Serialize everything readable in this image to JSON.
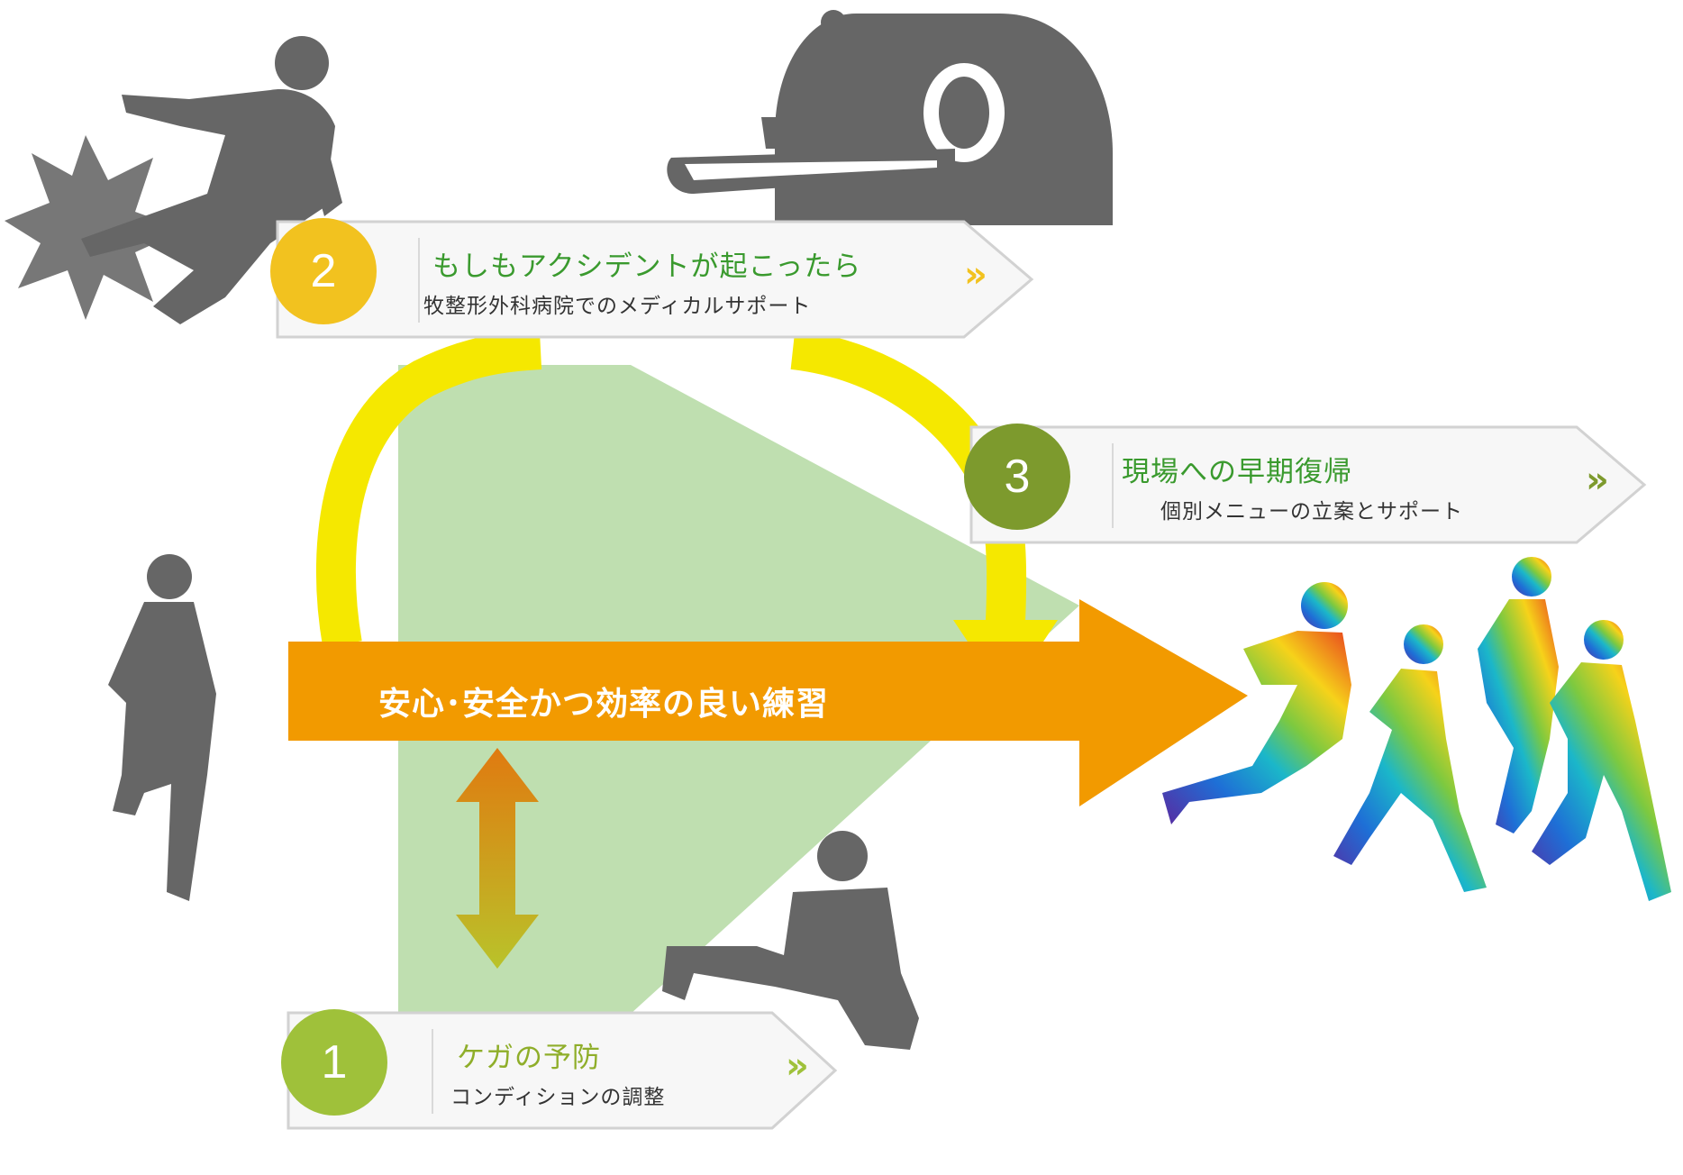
{
  "colors": {
    "step1": "#9fc13a",
    "step2": "#f2c21f",
    "step3": "#7d9a2d",
    "main_arrow": "#f29a00",
    "cycle_arrow": "#f5e800",
    "cone": "#bfdfb0",
    "silhouette": "#666666"
  },
  "main_arrow": {
    "label": "安心･安全かつ効率の良い練習"
  },
  "steps": [
    {
      "number": "1",
      "title": "ケガの予防",
      "subtitle": "コンディションの調整",
      "chevron": "»"
    },
    {
      "number": "2",
      "title": "もしもアクシデントが起こったら",
      "subtitle": "牧整形外科病院でのメディカルサポート",
      "chevron": "»"
    },
    {
      "number": "3",
      "title": "現場への早期復帰",
      "subtitle": "個別メニューの立案とサポート",
      "chevron": "»"
    }
  ],
  "figures": [
    {
      "name": "injured-runner-icon"
    },
    {
      "name": "mri-scanner-icon"
    },
    {
      "name": "jogger-icon"
    },
    {
      "name": "stretching-person-icon"
    },
    {
      "name": "rainbow-runners-icon"
    }
  ]
}
